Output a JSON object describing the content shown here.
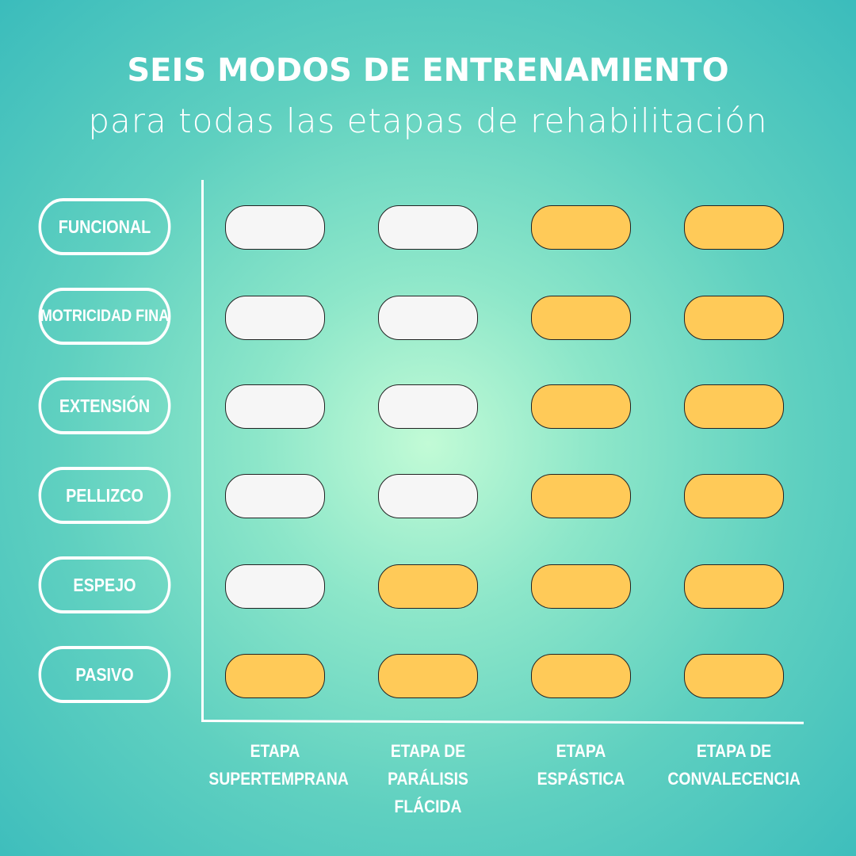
{
  "header": {
    "title": "SEIS MODOS DE ENTRENAMIENTO",
    "subtitle": "para todas las etapas de rehabilitación"
  },
  "rows": [
    {
      "label": "FUNCIONAL",
      "cells": [
        false,
        false,
        true,
        true
      ]
    },
    {
      "label": "MOTRICIDAD FINA",
      "cells": [
        false,
        false,
        true,
        true
      ]
    },
    {
      "label": "EXTENSIÓN",
      "cells": [
        false,
        false,
        true,
        true
      ]
    },
    {
      "label": "PELLIZCO",
      "cells": [
        false,
        false,
        true,
        true
      ]
    },
    {
      "label": "ESPEJO",
      "cells": [
        false,
        true,
        true,
        true
      ]
    },
    {
      "label": "PASIVO",
      "cells": [
        true,
        true,
        true,
        true
      ]
    }
  ],
  "columns": [
    {
      "line1": "ETAPA",
      "line2": "SUPERTEMPRANA",
      "line3": ""
    },
    {
      "line1": "ETAPA DE",
      "line2": "PARÁLISIS",
      "line3": "FLÁCIDA"
    },
    {
      "line1": "ETAPA",
      "line2": "ESPÁSTICA",
      "line3": ""
    },
    {
      "line1": "ETAPA DE",
      "line2": "CONVALECENCIA",
      "line3": ""
    }
  ],
  "colors": {
    "active": "#ffca58",
    "inactive": "#f6f6f6",
    "background": "#4cc6bf"
  }
}
